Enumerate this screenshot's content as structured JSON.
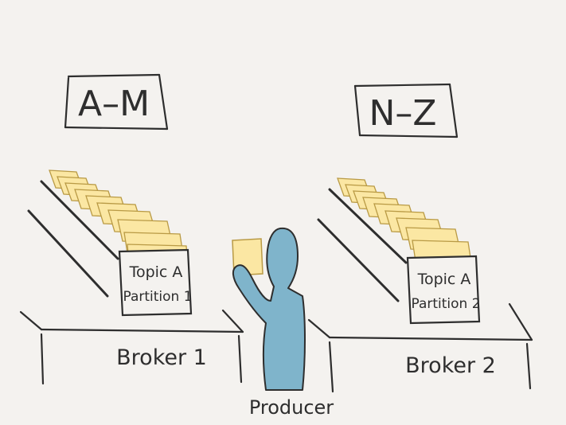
{
  "ranges": {
    "left": "A–M",
    "right": "N–Z"
  },
  "brokers": [
    {
      "name": "Broker 1",
      "topic_label_line1": "Topic A",
      "topic_label_line2": "Partition 1"
    },
    {
      "name": "Broker 2",
      "topic_label_line1": "Topic A",
      "topic_label_line2": "Partition 2"
    }
  ],
  "producer": {
    "label": "Producer"
  },
  "colors": {
    "background": "#f4f2ef",
    "ink": "#2e2e2e",
    "card_fill": "#fbe7a3",
    "card_edge": "#b99a45",
    "producer_fill": "#7fb4cb"
  }
}
